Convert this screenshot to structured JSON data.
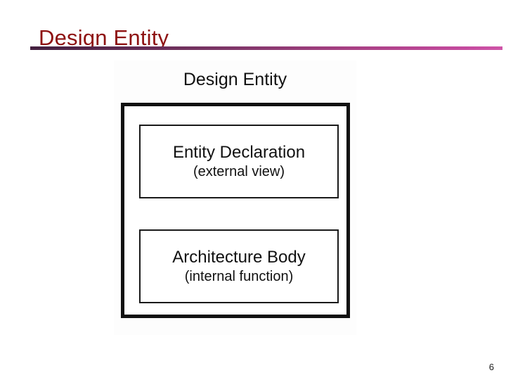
{
  "slide": {
    "title": "Design Entity",
    "page_number": "6",
    "title_color": "#8e1212",
    "rule_color_start": "#43203f",
    "rule_color_end": "#cf55a8"
  },
  "diagram": {
    "caption": "Design Entity",
    "outer_box": {
      "label": "design-entity-container"
    },
    "boxes": [
      {
        "title": "Entity Declaration",
        "subtitle": "(external view)"
      },
      {
        "title": "Architecture Body",
        "subtitle": "(internal function)"
      }
    ]
  }
}
